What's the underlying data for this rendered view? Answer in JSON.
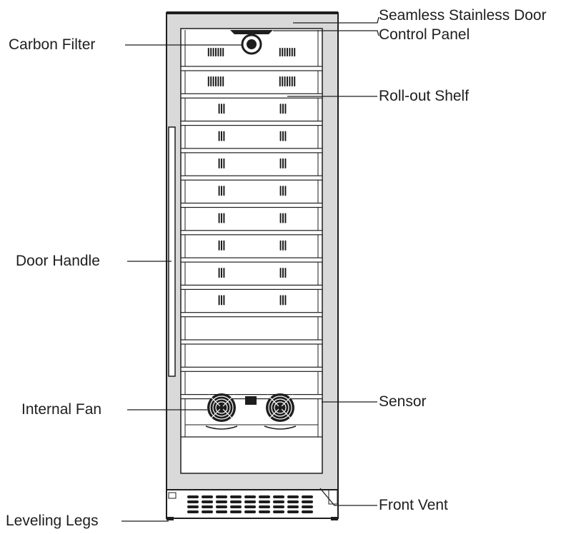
{
  "labels": {
    "seamless_door": "Seamless Stainless Door",
    "control_panel": "Control Panel",
    "carbon_filter": "Carbon Filter",
    "roll_out_shelf": "Roll-out Shelf",
    "door_handle": "Door Handle",
    "internal_fan": "Internal Fan",
    "sensor": "Sensor",
    "front_vent": "Front Vent",
    "leveling_legs": "Leveling Legs"
  },
  "shelves": {
    "count": 13,
    "shelves_with_bottles": 9
  },
  "colors": {
    "line": "#1e1e1e",
    "door": "#d9d9d9",
    "glass": "#ffffff"
  }
}
